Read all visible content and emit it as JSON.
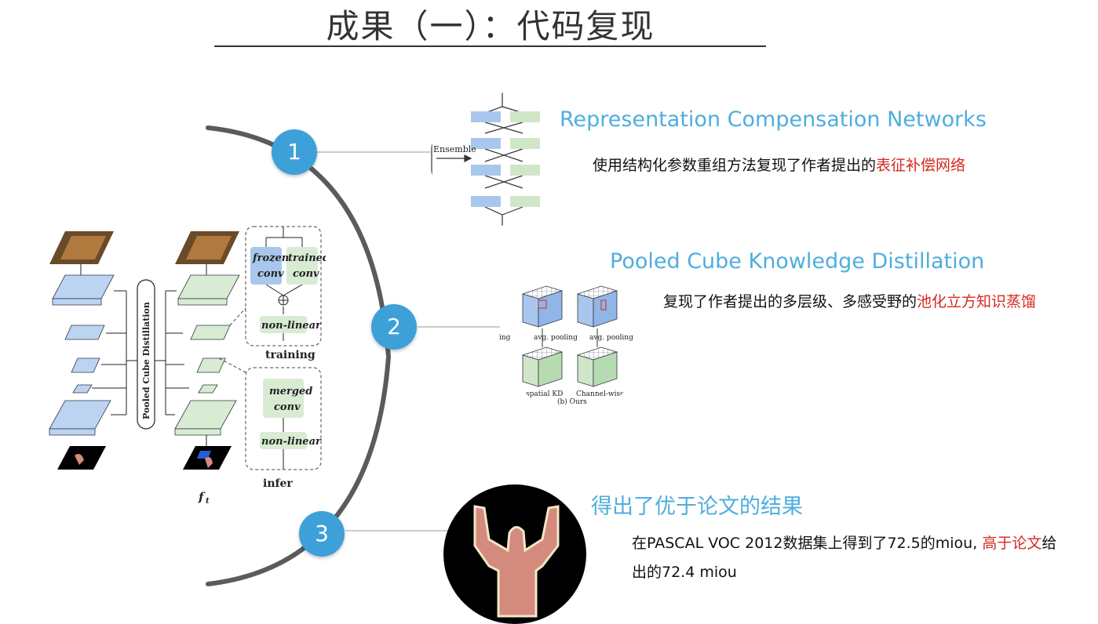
{
  "slide": {
    "title": "成果（一）：代码复现"
  },
  "items": [
    {
      "number": "1",
      "heading": "Representation Compensation Networks",
      "desc_prefix": "使用结构化参数重组方法复现了作者提出的",
      "desc_highlight": "表征补偿网络"
    },
    {
      "number": "2",
      "heading": "Pooled Cube Knowledge Distillation",
      "desc_prefix": "复现了作者提出的多层级、多感受野的",
      "desc_highlight": "池化立方知识蒸馏"
    },
    {
      "number": "3",
      "heading": "得出了优于论文的结果",
      "desc_prefix": "在PASCAL VOC 2012数据集上得到了72.5的miou, ",
      "desc_highlight": "高于论文",
      "desc_suffix": "给出的72.4 miou"
    }
  ],
  "figure": {
    "pcd_label": "Pooled Cube Distillation",
    "frozen_label": "frozen",
    "trained_label": "trained",
    "conv_label": "conv",
    "nonlinear_label": "non-linear",
    "training_label": "training",
    "merged_label": "merged",
    "inference_label": "infer",
    "ft_label": "f",
    "ft_sub": "t"
  },
  "thumb1": {
    "ensemble_label": "Ensemble"
  },
  "thumb2": {
    "pool_label": "avg. pooling",
    "spatial_label": "spatial KD",
    "channel_label": "Channel-wise KD",
    "caption": "(b) Ours",
    "side_label": "ing"
  },
  "colors": {
    "accent": "#3ea0d9",
    "heading": "#4eaede",
    "highlight": "#d6281e"
  }
}
